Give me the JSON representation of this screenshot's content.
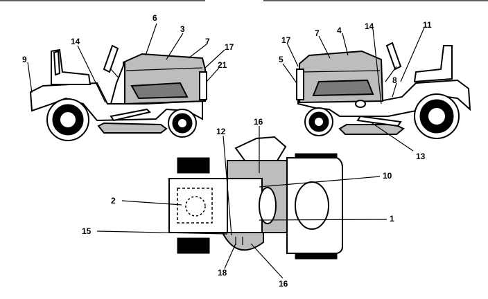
{
  "callouts": {
    "left_view": {
      "c9": "9",
      "c14": "14",
      "c6": "6",
      "c3": "3",
      "c7": "7",
      "c17": "17",
      "c21": "21"
    },
    "right_view": {
      "c17": "17",
      "c5": "5",
      "c7": "7",
      "c4": "4",
      "c14": "14",
      "c11": "11",
      "c8": "8",
      "c13": "13"
    },
    "top_view": {
      "c16a": "16",
      "c12": "12",
      "c10": "10",
      "c2": "2",
      "c1": "1",
      "c15": "15",
      "c18": "18",
      "c16b": "16"
    }
  },
  "colors": {
    "line": "#000000",
    "light_shade": "#bdbdbd",
    "dark_shade": "#7a7a7a",
    "background": "#ffffff"
  }
}
